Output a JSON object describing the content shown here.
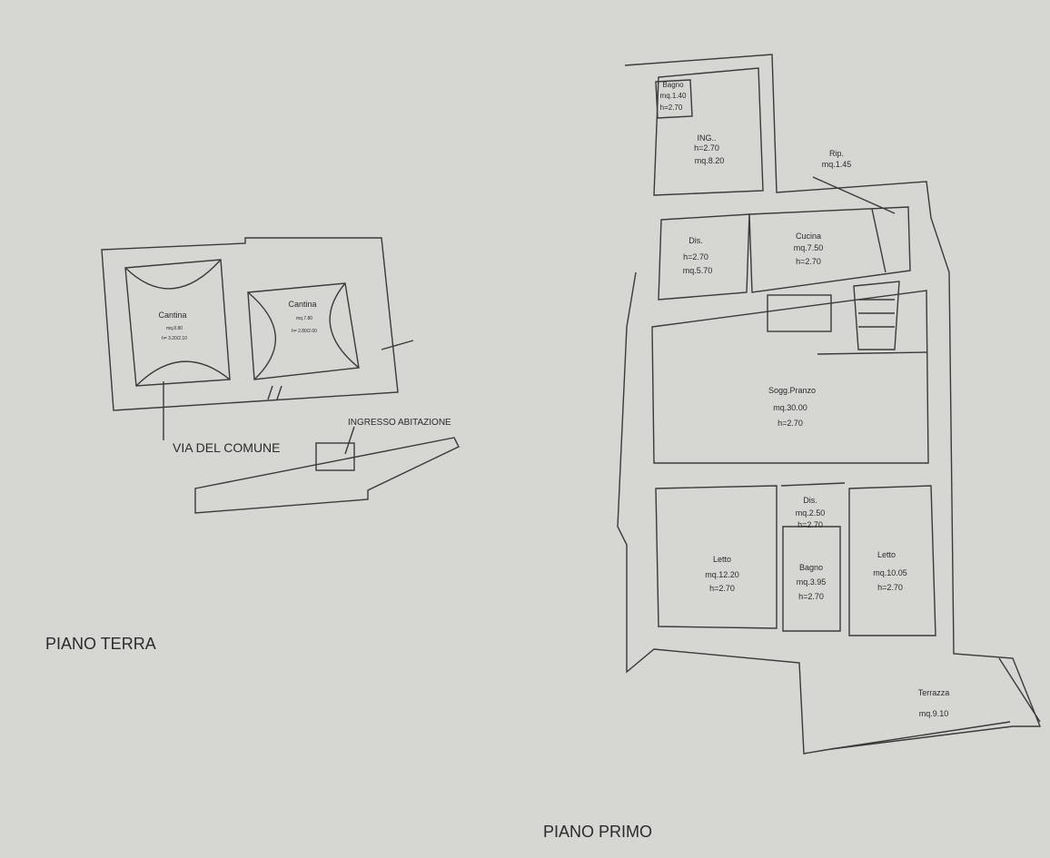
{
  "piano_terra": {
    "title": "PIANO TERRA",
    "street_label": "VIA DEL COMUNE",
    "entrance_label": "INGRESSO ABITAZIONE",
    "rooms": [
      {
        "name": "Cantina",
        "area": "mq.8.80",
        "height": "h= 3.20/2.10"
      },
      {
        "name": "Cantina",
        "area": "mq.7.80",
        "height": "h= 2.80/2.00"
      }
    ]
  },
  "piano_primo": {
    "title": "PIANO PRIMO",
    "rooms": [
      {
        "name": "Bagno",
        "area": "mq.1.40",
        "height": "h=2.70"
      },
      {
        "name": "ING..",
        "height": "h=2.70",
        "area": "mq.8.20"
      },
      {
        "name": "Rip.",
        "area": "mq.1.45"
      },
      {
        "name": "Dis.",
        "height": "h=2.70",
        "area": "mq.5.70"
      },
      {
        "name": "Cucina",
        "area": "mq.7.50",
        "height": "h=2.70"
      },
      {
        "name": "Sogg.Pranzo",
        "area": "mq.30.00",
        "height": "h=2.70"
      },
      {
        "name": "Dis.",
        "area": "mq.2.50",
        "height": "h=2.70"
      },
      {
        "name": "Letto",
        "area": "mq.12.20",
        "height": "h=2.70"
      },
      {
        "name": "Bagno",
        "area": "mq.3.95",
        "height": "h=2.70"
      },
      {
        "name": "Letto",
        "area": "mq.10.05",
        "height": "h=2.70"
      },
      {
        "name": "Terrazza",
        "area": "mq.9.10"
      }
    ]
  }
}
